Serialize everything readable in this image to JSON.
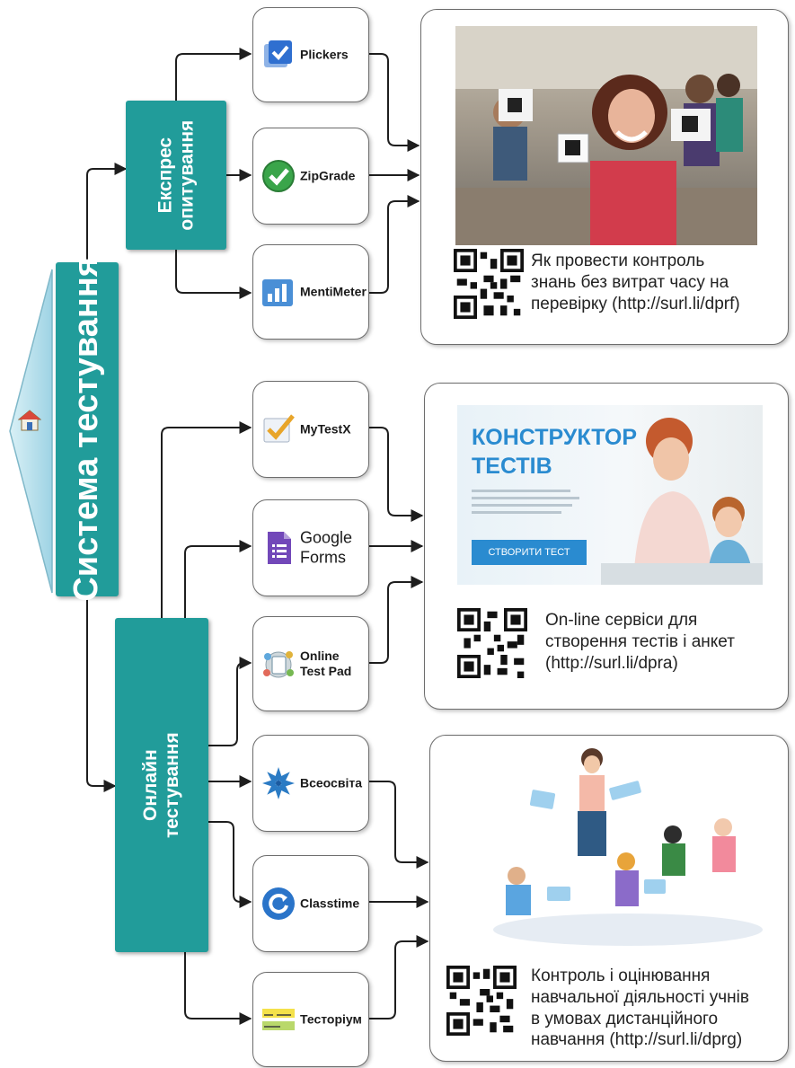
{
  "colors": {
    "teal": "#219c9a",
    "arrow": "#1e1e1e",
    "border": "#6d6d6d"
  },
  "root": {
    "label": "Система тестування",
    "icon": "home-icon"
  },
  "groups": {
    "express": {
      "label": "Експрес\nопитування"
    },
    "online": {
      "label": "Онлайн\nтестування"
    }
  },
  "tools": {
    "plickers": {
      "label": "Plickers",
      "icon": "checkbox-icon"
    },
    "zipgrade": {
      "label": "ZipGrade",
      "icon": "check-circle-icon"
    },
    "mentimeter": {
      "label": "MentiMeter",
      "icon": "bar-chart-icon"
    },
    "mytestx": {
      "label": "MyTestX",
      "icon": "checkmark-icon"
    },
    "googleforms": {
      "label": "Google\nForms",
      "icon": "forms-icon"
    },
    "onlinetestpad": {
      "label": "Online\nTest Pad",
      "icon": "testpad-icon"
    },
    "vseosvita": {
      "label": "Всеосвіта",
      "icon": "snowflake-icon"
    },
    "classtime": {
      "label": "Classtime",
      "icon": "refresh-icon"
    },
    "testorium": {
      "label": "Тесторіум",
      "icon": "testorium-logo-icon"
    }
  },
  "info": {
    "express": {
      "caption": "Як провести контроль\nзнань без витрат часу на\nперевірку (http://surl.li/dprf)"
    },
    "online": {
      "caption": "On-line сервіси для\nстворення тестів і анкет\n(http://surl.li/dpra)",
      "banner": {
        "title1": "КОНСТРУКТОР",
        "title2": "ТЕСТІВ",
        "button": "СТВОРИТИ ТЕСТ"
      }
    },
    "distance": {
      "caption": "Контроль і оцінювання\nнавчальної діяльності учнів\nв умовах дистанційного\nнавчання (http://surl.li/dprg)"
    }
  }
}
